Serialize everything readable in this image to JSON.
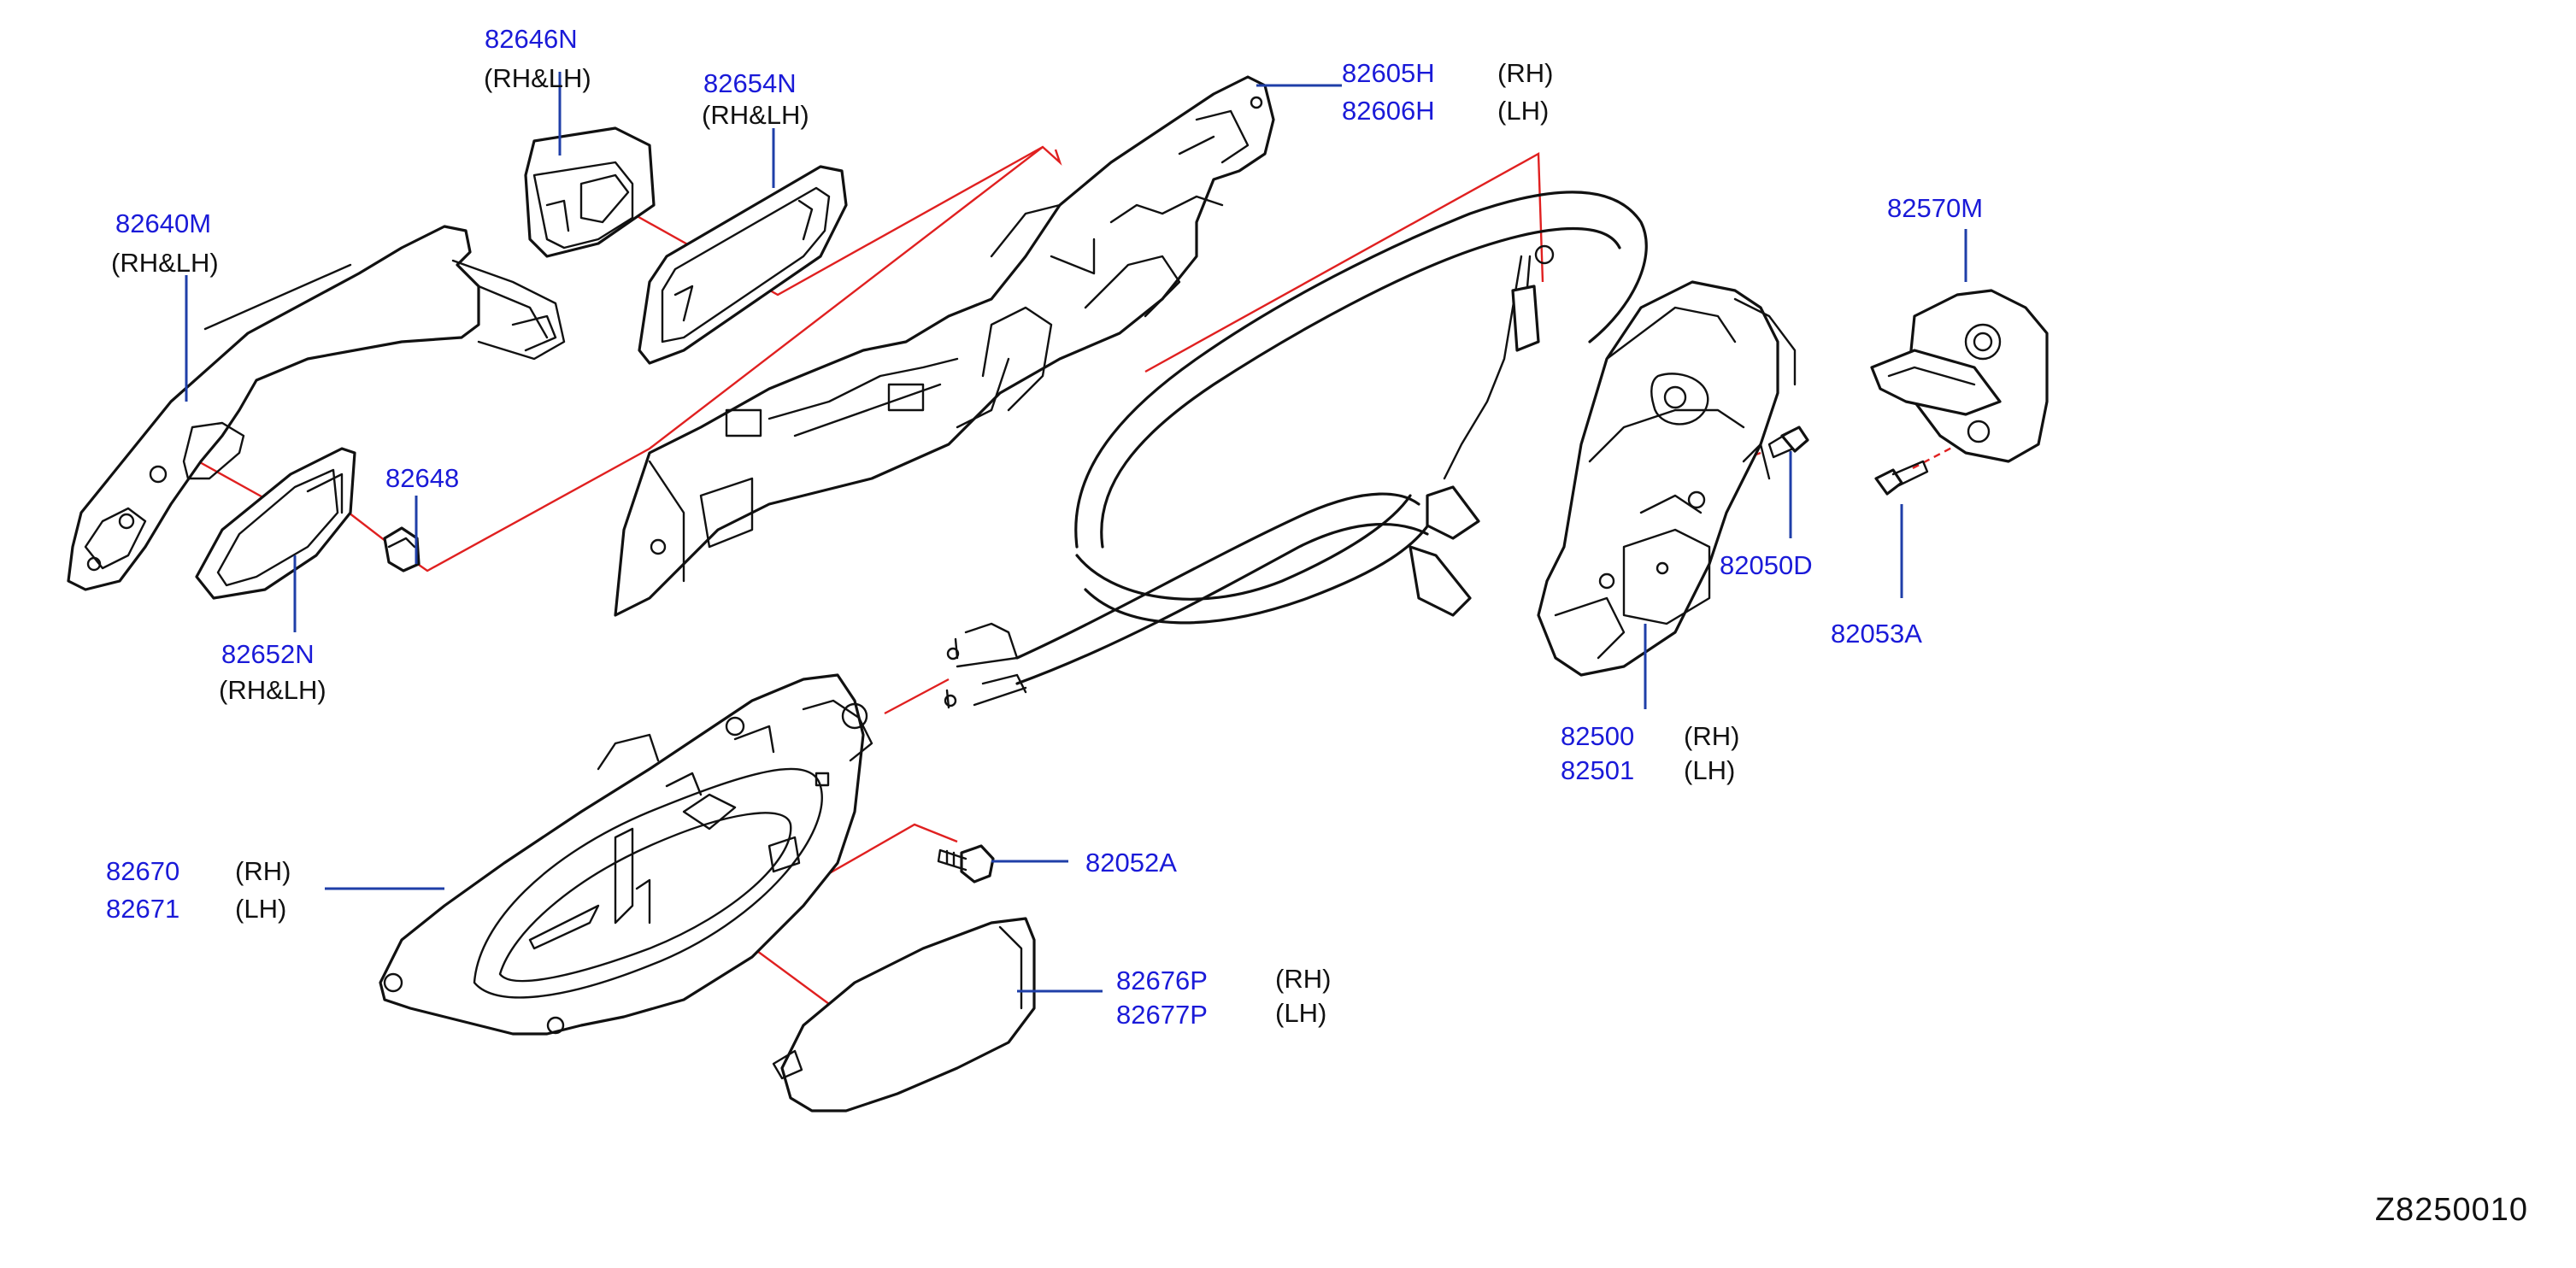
{
  "diagram_code": "Z8250010",
  "callouts": [
    {
      "part": "82646N",
      "note": "(RH&LH)"
    },
    {
      "part": "82654N",
      "note": "(RH&LH)"
    },
    {
      "part": "82640M",
      "note": "(RH&LH)"
    },
    {
      "part": "82648",
      "note": ""
    },
    {
      "part": "82652N",
      "note": "(RH&LH)"
    },
    {
      "part": "82605H",
      "note": "(RH)"
    },
    {
      "part": "82606H",
      "note": "(LH)"
    },
    {
      "part": "82570M",
      "note": ""
    },
    {
      "part": "82050D",
      "note": ""
    },
    {
      "part": "82053A",
      "note": ""
    },
    {
      "part": "82500",
      "note": "(RH)"
    },
    {
      "part": "82501",
      "note": "(LH)"
    },
    {
      "part": "82052A",
      "note": ""
    },
    {
      "part": "82670",
      "note": "(RH)"
    },
    {
      "part": "82671",
      "note": "(LH)"
    },
    {
      "part": "82676P",
      "note": "(RH)"
    },
    {
      "part": "82677P",
      "note": "(LH)"
    }
  ]
}
